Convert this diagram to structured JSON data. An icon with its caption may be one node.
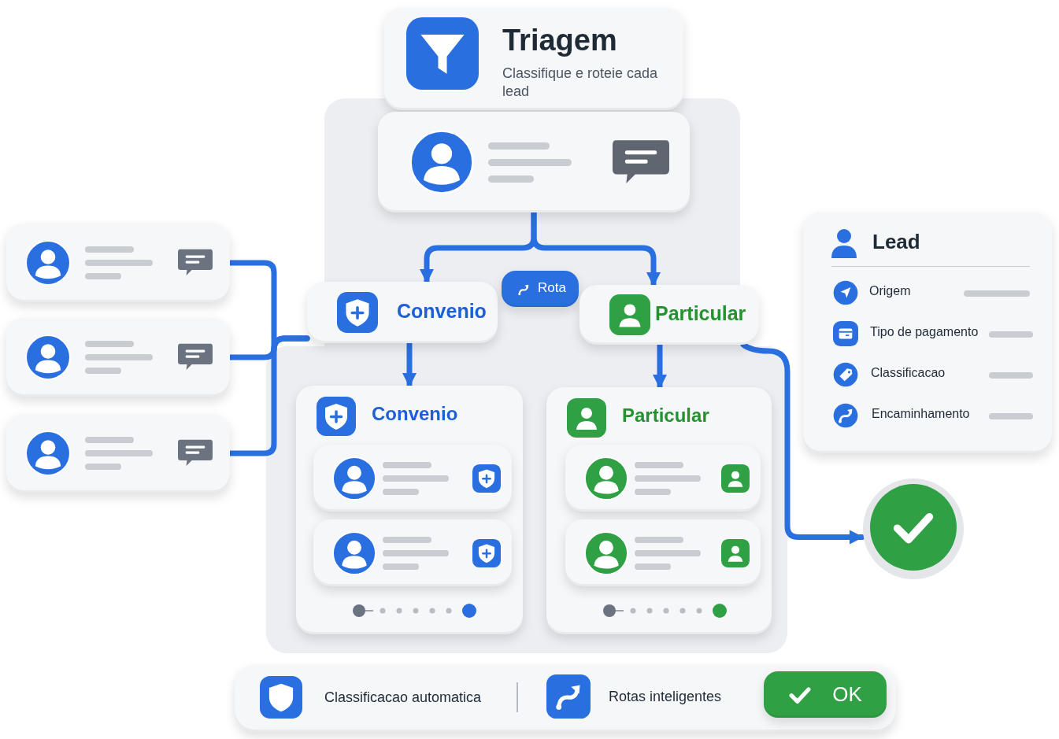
{
  "diagram": {
    "nodes": [
      {
        "text": [
          "Triagem",
          "Classifique e roteie cada lead"
        ]
      },
      {
        "text": [],
        "shape": "box"
      },
      {
        "text": [
          "Convenio"
        ]
      },
      {
        "text": [
          "Rota"
        ]
      },
      {
        "text": [
          "Particular"
        ]
      },
      {
        "text": [
          "Convenio"
        ]
      },
      {
        "text": [],
        "shape": "box",
        "in": 5
      },
      {
        "text": [],
        "shape": "box",
        "in": 5
      },
      {
        "text": [
          "Particular"
        ]
      },
      {
        "text": [],
        "shape": "box",
        "in": 8
      },
      {
        "text": [],
        "shape": "box",
        "in": 8
      },
      {
        "text": [],
        "shape": "box"
      },
      {
        "text": [],
        "shape": "box"
      },
      {
        "text": [],
        "shape": "box"
      },
      {
        "text": [
          "Lead",
          "Origem",
          "Tipo de pagamento",
          "Classificacao",
          "Encaminhamento"
        ]
      },
      {
        "text": [],
        "shape": "circle"
      },
      {
        "text": [
          "Classificacao automatica",
          "Rotas inteligentes"
        ]
      },
      {
        "text": [
          "OK"
        ],
        "in": 16
      }
    ],
    "edges": [
      {
        "from": 1,
        "to": 2,
        "arrow": "to"
      },
      {
        "from": 1,
        "to": 4,
        "arrow": "to"
      },
      {
        "from": 2,
        "to": 5,
        "arrow": "to"
      },
      {
        "from": 4,
        "to": 8,
        "arrow": "to"
      },
      {
        "from": 4,
        "to": 15,
        "arrow": "to"
      },
      {
        "from": 11,
        "to": 2,
        "arrow": "none"
      },
      {
        "from": 12,
        "to": 2,
        "arrow": "none"
      },
      {
        "from": 13,
        "to": 2,
        "arrow": "none"
      }
    ]
  }
}
